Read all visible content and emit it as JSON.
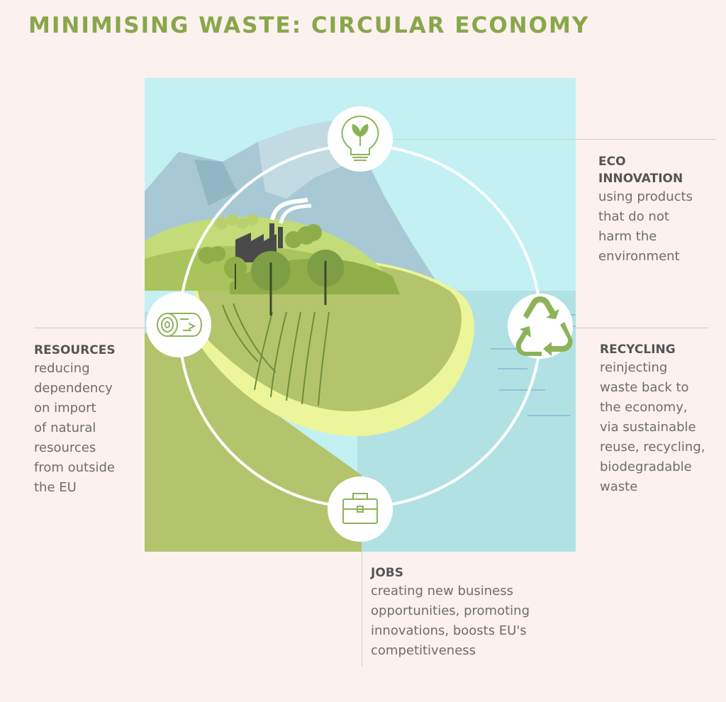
{
  "title": "MINIMISING WASTE: CIRCULAR ECONOMY",
  "eco": {
    "heading_lines": [
      "ECO",
      "INNOVATION"
    ],
    "desc_lines": [
      "using products",
      "that do not",
      "harm the",
      "environment"
    ],
    "icon": "lightbulb-plant-icon"
  },
  "recycling": {
    "heading_lines": [
      "RECYCLING"
    ],
    "desc_lines": [
      "reinjecting",
      "waste back to",
      "the economy,",
      "via sustainable",
      "reuse, recycling,",
      "biodegradable",
      "waste"
    ],
    "icon": "recycle-icon"
  },
  "jobs": {
    "heading_lines": [
      "JOBS"
    ],
    "desc_lines": [
      "creating new business",
      "opportunities, promoting",
      "innovations, boosts EU's",
      "competitiveness"
    ],
    "icon": "briefcase-icon"
  },
  "resources": {
    "heading_lines": [
      "RESOURCES"
    ],
    "desc_lines": [
      "reducing",
      "dependency",
      "on import",
      "of natural",
      "resources",
      "from outside",
      "the EU"
    ],
    "icon": "log-icon"
  },
  "colors": {
    "title": "#8aa64a",
    "background": "#fbf1ef",
    "sky": "#c3f0f3",
    "water": "#b2e1e4",
    "grass": "#b3c46c",
    "sand": "#ecf59a",
    "icon_stroke": "#8db35a"
  }
}
